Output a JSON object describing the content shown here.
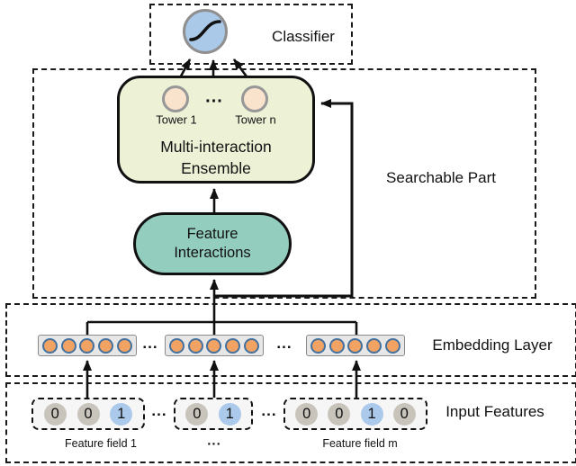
{
  "classifier": {
    "label": "Classifier"
  },
  "searchable": {
    "label": "Searchable Part",
    "ensemble": {
      "line1": "Multi-interaction",
      "line2": "Ensemble",
      "tower_left": "Tower 1",
      "tower_right": "Tower n",
      "dots": "..."
    },
    "interactions": {
      "line1": "Feature",
      "line2": "Interactions"
    }
  },
  "embedding": {
    "label": "Embedding Layer",
    "dots_left": "...",
    "dots_right": "..."
  },
  "input": {
    "label": "Input Features",
    "dots_left": "...",
    "dots_right": "...",
    "fields": [
      {
        "label": "Feature field 1",
        "cells": [
          {
            "v": "0",
            "c": "gray"
          },
          {
            "v": "0",
            "c": "gray"
          },
          {
            "v": "1",
            "c": "blue"
          }
        ]
      },
      {
        "label": "...",
        "cells": [
          {
            "v": "0",
            "c": "gray"
          },
          {
            "v": "1",
            "c": "blue"
          }
        ]
      },
      {
        "label": "Feature field m",
        "cells": [
          {
            "v": "0",
            "c": "gray"
          },
          {
            "v": "0",
            "c": "gray"
          },
          {
            "v": "1",
            "c": "blue"
          },
          {
            "v": "0",
            "c": "gray"
          }
        ]
      }
    ]
  },
  "colors": {
    "classifier_fill": "#aac9e9",
    "tower_fill": "#fae3cc",
    "ensemble_fill": "#edf2d7",
    "interactions_fill": "#93cdbd",
    "embed_circle_fill": "#f2a263",
    "embed_circle_border": "#44719e",
    "cell_gray": "#c8c4bc",
    "cell_blue": "#abc9ea"
  }
}
